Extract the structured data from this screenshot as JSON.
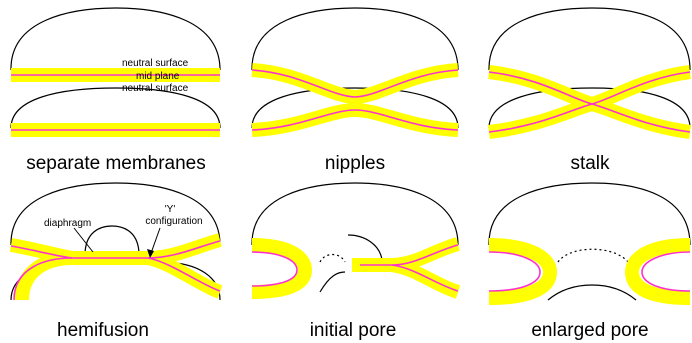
{
  "panels": {
    "separate_membranes": {
      "caption": "separate membranes",
      "labels": {
        "neutral_surface_top": "neutral surface",
        "mid_plane": "mid plane",
        "neutral_surface_bottom": "neutral surface"
      }
    },
    "nipples": {
      "caption": "nipples"
    },
    "stalk": {
      "caption": "stalk"
    },
    "hemifusion": {
      "caption": "hemifusion",
      "labels": {
        "diaphragm": "diaphragm",
        "y_quote": "'Y'",
        "y_configuration": "configuration"
      }
    },
    "initial_pore": {
      "caption": "initial pore"
    },
    "enlarged_pore": {
      "caption": "enlarged pore"
    }
  },
  "colors": {
    "membrane_band": "#ffff00",
    "mid_plane_line": "#ff33cc",
    "outline": "#000000"
  }
}
